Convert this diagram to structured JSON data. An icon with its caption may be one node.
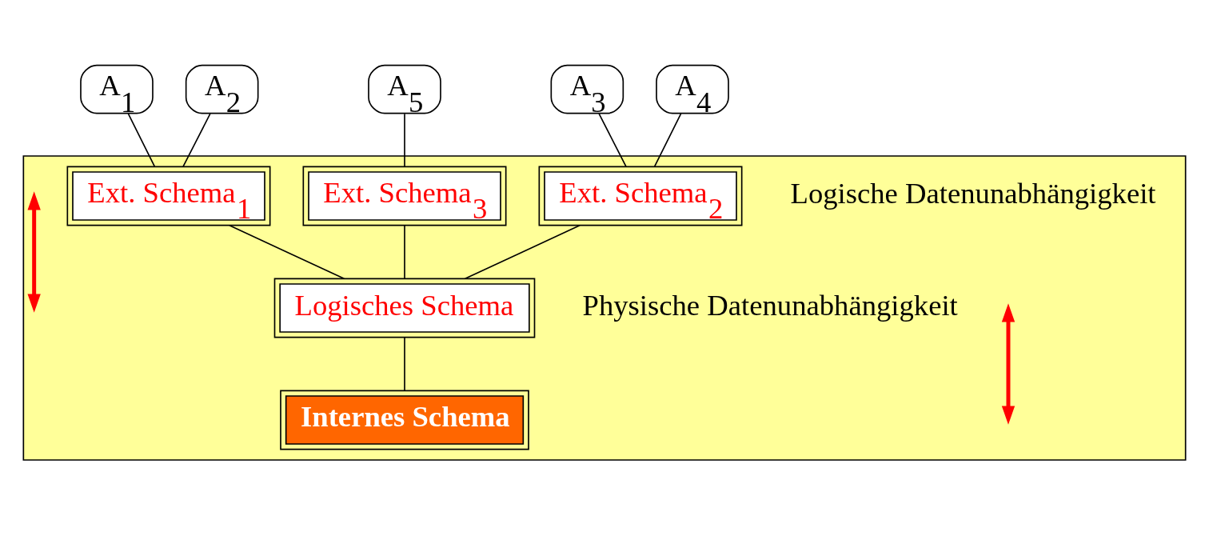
{
  "diagram": {
    "nodes": [
      {
        "text": [
          "A$_{1}$"
        ]
      },
      {
        "text": [
          "A$_{2}$"
        ]
      },
      {
        "text": [
          "A$_{3}$"
        ]
      },
      {
        "text": [
          "A$_{4}$"
        ]
      },
      {
        "text": [
          "A$_{5}$"
        ]
      },
      {
        "text": [],
        "shape": "box"
      },
      {
        "text": [
          "Ext. Schema$_{1}$"
        ],
        "in": 5
      },
      {
        "text": [
          "Ext. Schema$_{2}$"
        ],
        "in": 5
      },
      {
        "text": [
          "Ext. Schema$_{3}$"
        ],
        "in": 5
      },
      {
        "text": [
          "Logisches Schema"
        ],
        "in": 5
      },
      {
        "text": [
          "Internes Schema"
        ],
        "in": 5
      }
    ],
    "edges": [
      {
        "from": 0,
        "to": 6,
        "arrow": "none"
      },
      {
        "from": 1,
        "to": 6,
        "arrow": "none"
      },
      {
        "from": 2,
        "to": 7,
        "arrow": "none"
      },
      {
        "from": 3,
        "to": 7,
        "arrow": "none"
      },
      {
        "from": 4,
        "to": 8,
        "arrow": "none"
      },
      {
        "from": 6,
        "to": 9,
        "arrow": "none"
      },
      {
        "from": 7,
        "to": 9,
        "arrow": "none"
      },
      {
        "from": 8,
        "to": 9,
        "arrow": "none"
      },
      {
        "from": 9,
        "to": 10,
        "arrow": "none"
      }
    ],
    "labels": [
      "Logische Datenunabhängigkeit",
      "Physische Datenunabhängigkeit"
    ]
  }
}
